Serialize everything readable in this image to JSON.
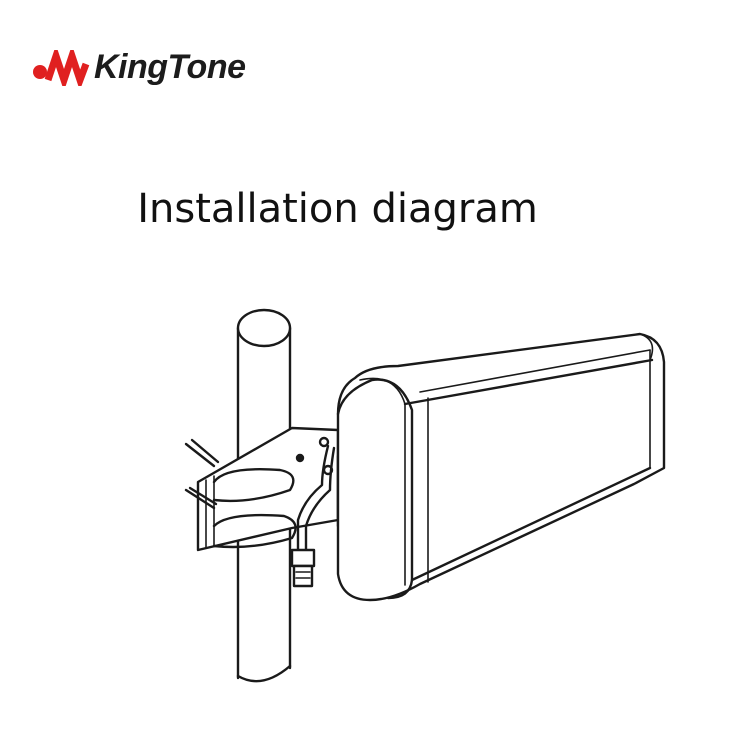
{
  "header": {
    "brand": "KingTone",
    "logo_icon": "kingtone-logo-icon",
    "brand_color": "#e02020"
  },
  "diagram": {
    "title": "Installation diagram",
    "illustration": "antenna-pole-mount-drawing"
  }
}
